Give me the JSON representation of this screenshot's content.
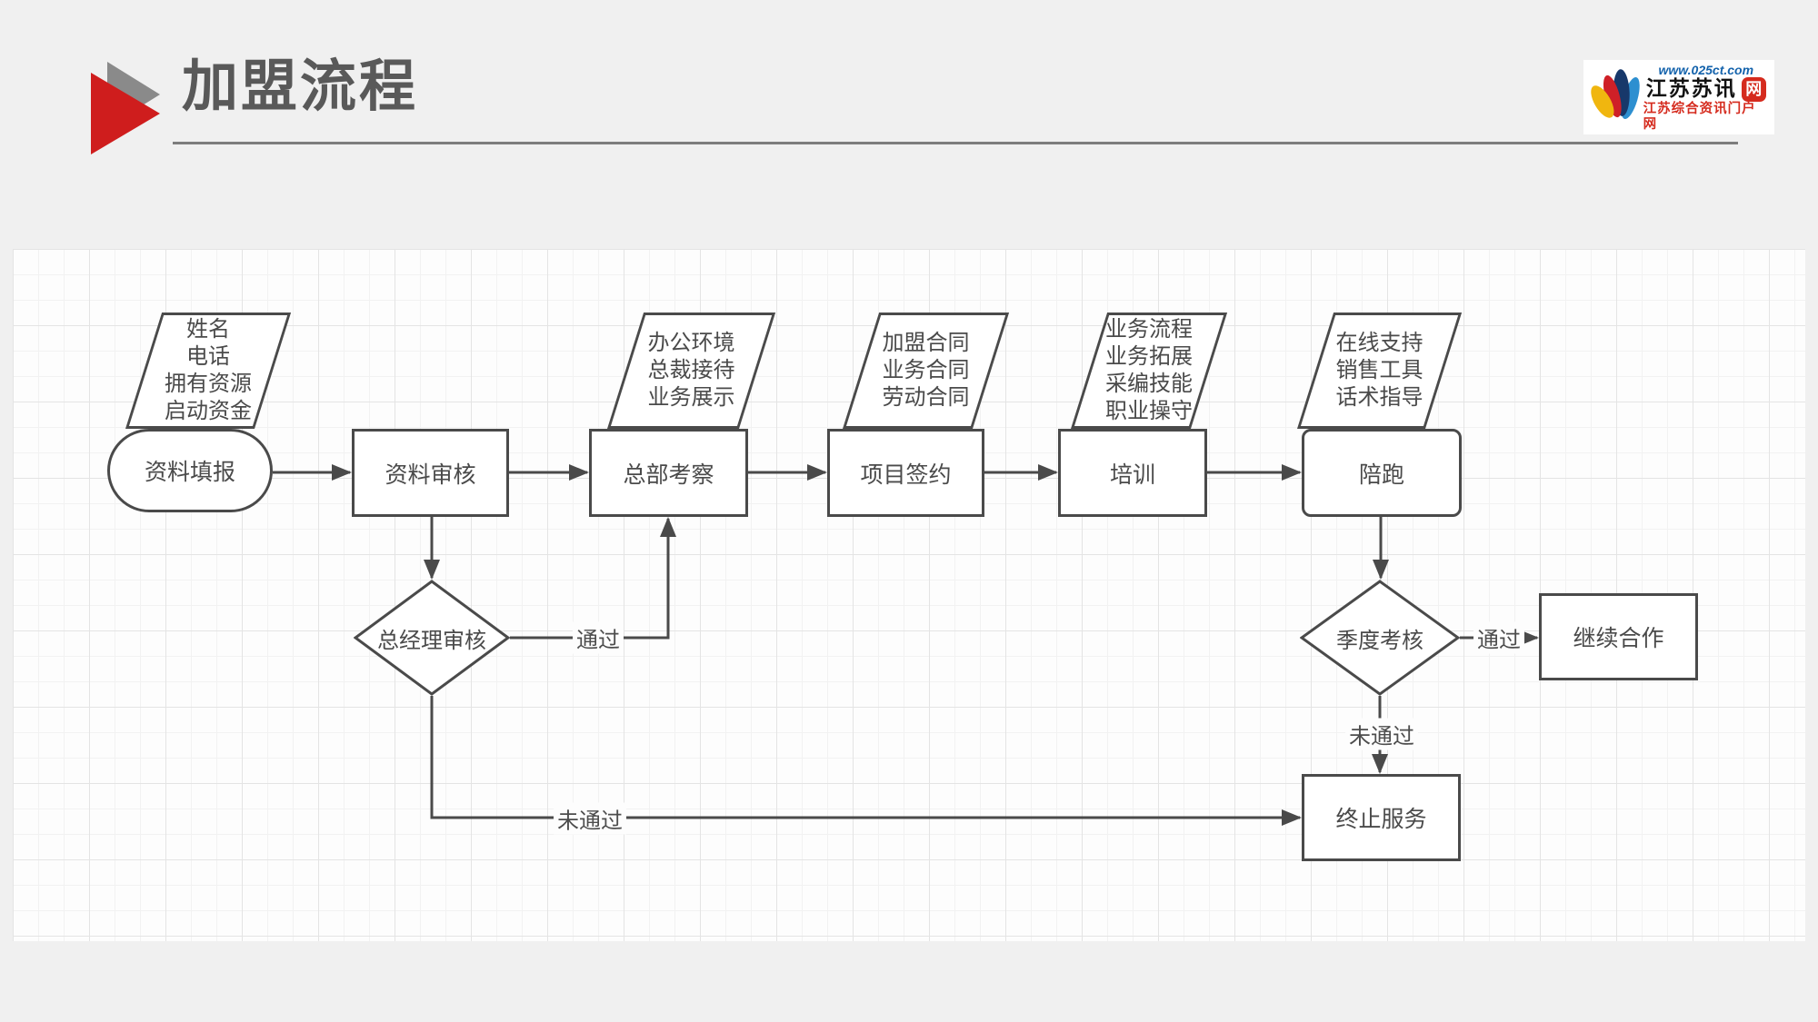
{
  "header": {
    "title": "加盟流程",
    "logo": {
      "url": "www.025ct.com",
      "name": "江苏苏讯",
      "seal": "网",
      "tagline": "江苏综合资讯门户网"
    }
  },
  "colors": {
    "accent_red": "#cf1d1d",
    "triangle_gray": "#8a8a8a",
    "title_gray": "#595959",
    "shape_border": "#4a4a4a",
    "panel_bg": "#fdfdfd",
    "page_bg": "#f0f0f0",
    "logo_blue": "#1463ac",
    "logo_red": "#d52b1e"
  },
  "flow": {
    "stadium": "资料填报",
    "boxes": {
      "review": "资料审核",
      "hq": "总部考察",
      "sign": "项目签约",
      "train": "培训",
      "run": "陪跑",
      "continue": "继续合作",
      "terminate": "终止服务"
    },
    "diamonds": {
      "gm": "总经理审核",
      "quarter": "季度考核"
    },
    "notes": {
      "fill": [
        "姓名",
        "电话",
        "拥有资源",
        "启动资金"
      ],
      "hq": [
        "办公环境",
        "总裁接待",
        "业务展示"
      ],
      "sign": [
        "加盟合同",
        "业务合同",
        "劳动合同"
      ],
      "train": [
        "业务流程",
        "业务拓展",
        "采编技能",
        "职业操守"
      ],
      "run": [
        "在线支持",
        "销售工具",
        "话术指导"
      ]
    },
    "labels": {
      "pass1": "通过",
      "fail1": "未通过",
      "pass2": "通过",
      "fail2": "未通过"
    }
  }
}
